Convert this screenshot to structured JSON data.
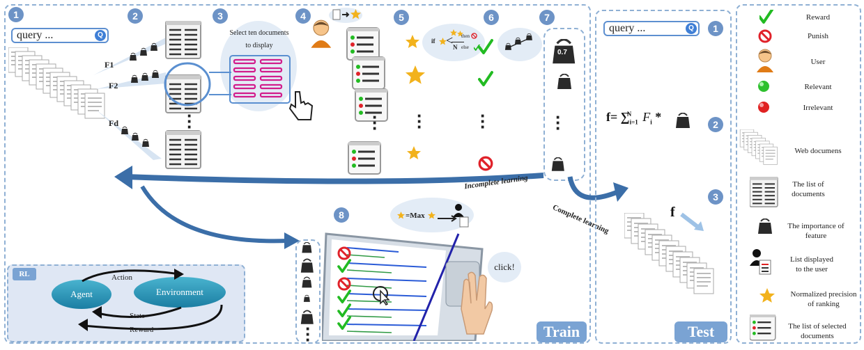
{
  "steps": {
    "s1": "1",
    "s2": "2",
    "s3": "3",
    "s4": "4",
    "s5": "5",
    "s6": "6",
    "s7": "7",
    "s8": "8"
  },
  "train": {
    "query_placeholder": "query ...",
    "select_caption_line1": "Select ten documents",
    "select_caption_line2": "to display",
    "features": [
      "F1",
      "F2",
      "Fd"
    ],
    "weight_top": "0.7",
    "incomplete_label": "Incomplete learning",
    "complete_label": "Complete learning",
    "click_label": "click!",
    "max_label": "=Max",
    "panel_label": "Train",
    "rule_then": "then",
    "rule_else": "else",
    "rule_if": "if",
    "rule_n": "N"
  },
  "rl": {
    "title": "RL",
    "agent": "Agent",
    "environment": "Environment",
    "action": "Action",
    "state": "State",
    "reward": "Reward"
  },
  "test": {
    "query_placeholder": "query ...",
    "s1": "1",
    "s2": "2",
    "s3": "3",
    "formula": "f= ∑ F * ",
    "formula_sup": "N",
    "formula_sub": "i=1",
    "formula_fsub": "i",
    "f_label": "f",
    "panel_label": "Test"
  },
  "legend": {
    "items": [
      "Reward",
      "Punish",
      "User",
      "Relevant",
      "Irrelevant",
      "Web documens",
      "The list of documents",
      "The importance of feature",
      "List displayed to the user",
      "Normalized precision of ranking",
      "The list of selected documents"
    ]
  },
  "colors": {
    "panel_border": "#8fb0d4",
    "step_circle": "#6d93c6",
    "accent": "#3f7fd6",
    "star": "#f2b21c",
    "check": "#22bb22",
    "punish": "#e0222a"
  }
}
